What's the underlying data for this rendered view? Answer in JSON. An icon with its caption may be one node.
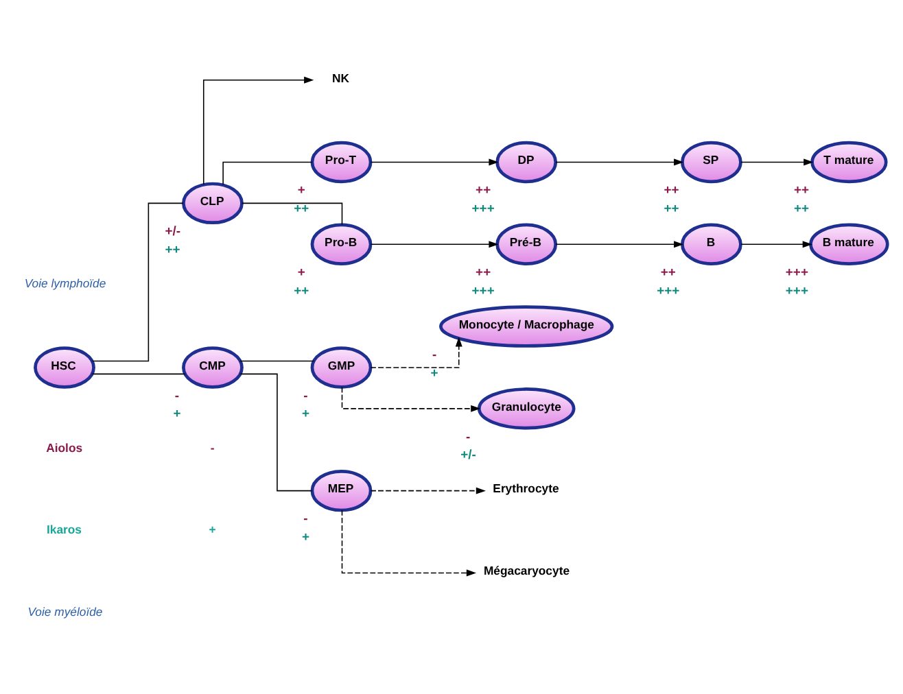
{
  "diagram": {
    "nodes": [
      {
        "text": [
          "HSC"
        ]
      },
      {
        "text": [
          "CLP"
        ],
        "beside": [
          "+/-",
          "++"
        ]
      },
      {
        "text": [
          "CMP"
        ],
        "beside": [
          "-",
          "+"
        ]
      },
      {
        "text": [
          "NK"
        ]
      },
      {
        "text": [
          "Pro-T"
        ],
        "beside": [
          "+",
          "++"
        ]
      },
      {
        "text": [
          "DP"
        ],
        "beside": [
          "++",
          "+++"
        ]
      },
      {
        "text": [
          "SP"
        ],
        "beside": [
          "++",
          "++"
        ]
      },
      {
        "text": [
          "T mature"
        ],
        "beside": [
          "++",
          "++"
        ]
      },
      {
        "text": [
          "Pro-B"
        ],
        "beside": [
          "+",
          "++"
        ]
      },
      {
        "text": [
          "Pré-B"
        ],
        "beside": [
          "++",
          "+++"
        ]
      },
      {
        "text": [
          "B"
        ],
        "beside": [
          "++",
          "+++"
        ]
      },
      {
        "text": [
          "B mature"
        ],
        "beside": [
          "+++",
          "+++"
        ]
      },
      {
        "text": [
          "GMP"
        ],
        "beside": [
          "-",
          "+"
        ]
      },
      {
        "text": [
          "MEP"
        ],
        "beside": [
          "-",
          "+"
        ]
      },
      {
        "text": [
          "Monocyte / Macrophage"
        ],
        "beside": [
          "-",
          "+"
        ]
      },
      {
        "text": [
          "Granulocyte"
        ],
        "beside": [
          "-",
          "+/-"
        ]
      },
      {
        "text": [
          "Erythrocyte"
        ]
      },
      {
        "text": [
          "Mégacaryocyte"
        ]
      }
    ],
    "edges": [
      {
        "from": 0,
        "to": 1,
        "arrow": "none"
      },
      {
        "from": 0,
        "to": 2,
        "arrow": "none"
      },
      {
        "from": 1,
        "to": 3,
        "arrow": "to"
      },
      {
        "from": 1,
        "to": 4,
        "arrow": "none"
      },
      {
        "from": 1,
        "to": 8,
        "arrow": "none"
      },
      {
        "from": 4,
        "to": 5,
        "arrow": "to"
      },
      {
        "from": 5,
        "to": 6,
        "arrow": "to"
      },
      {
        "from": 6,
        "to": 7,
        "arrow": "to"
      },
      {
        "from": 8,
        "to": 9,
        "arrow": "to"
      },
      {
        "from": 9,
        "to": 10,
        "arrow": "to"
      },
      {
        "from": 10,
        "to": 11,
        "arrow": "to"
      },
      {
        "from": 2,
        "to": 12,
        "arrow": "none"
      },
      {
        "from": 2,
        "to": 13,
        "arrow": "none"
      },
      {
        "from": 12,
        "to": 14,
        "arrow": "to",
        "style": "dashed"
      },
      {
        "from": 12,
        "to": 15,
        "arrow": "to",
        "style": "dashed"
      },
      {
        "from": 13,
        "to": 16,
        "arrow": "to",
        "style": "dashed"
      },
      {
        "from": 13,
        "to": 17,
        "arrow": "to",
        "style": "dashed"
      }
    ],
    "labels": [
      "Voie lymphoïde",
      "Aiolos",
      "-",
      "Ikaros",
      "+",
      "Voie myéloïde"
    ]
  }
}
